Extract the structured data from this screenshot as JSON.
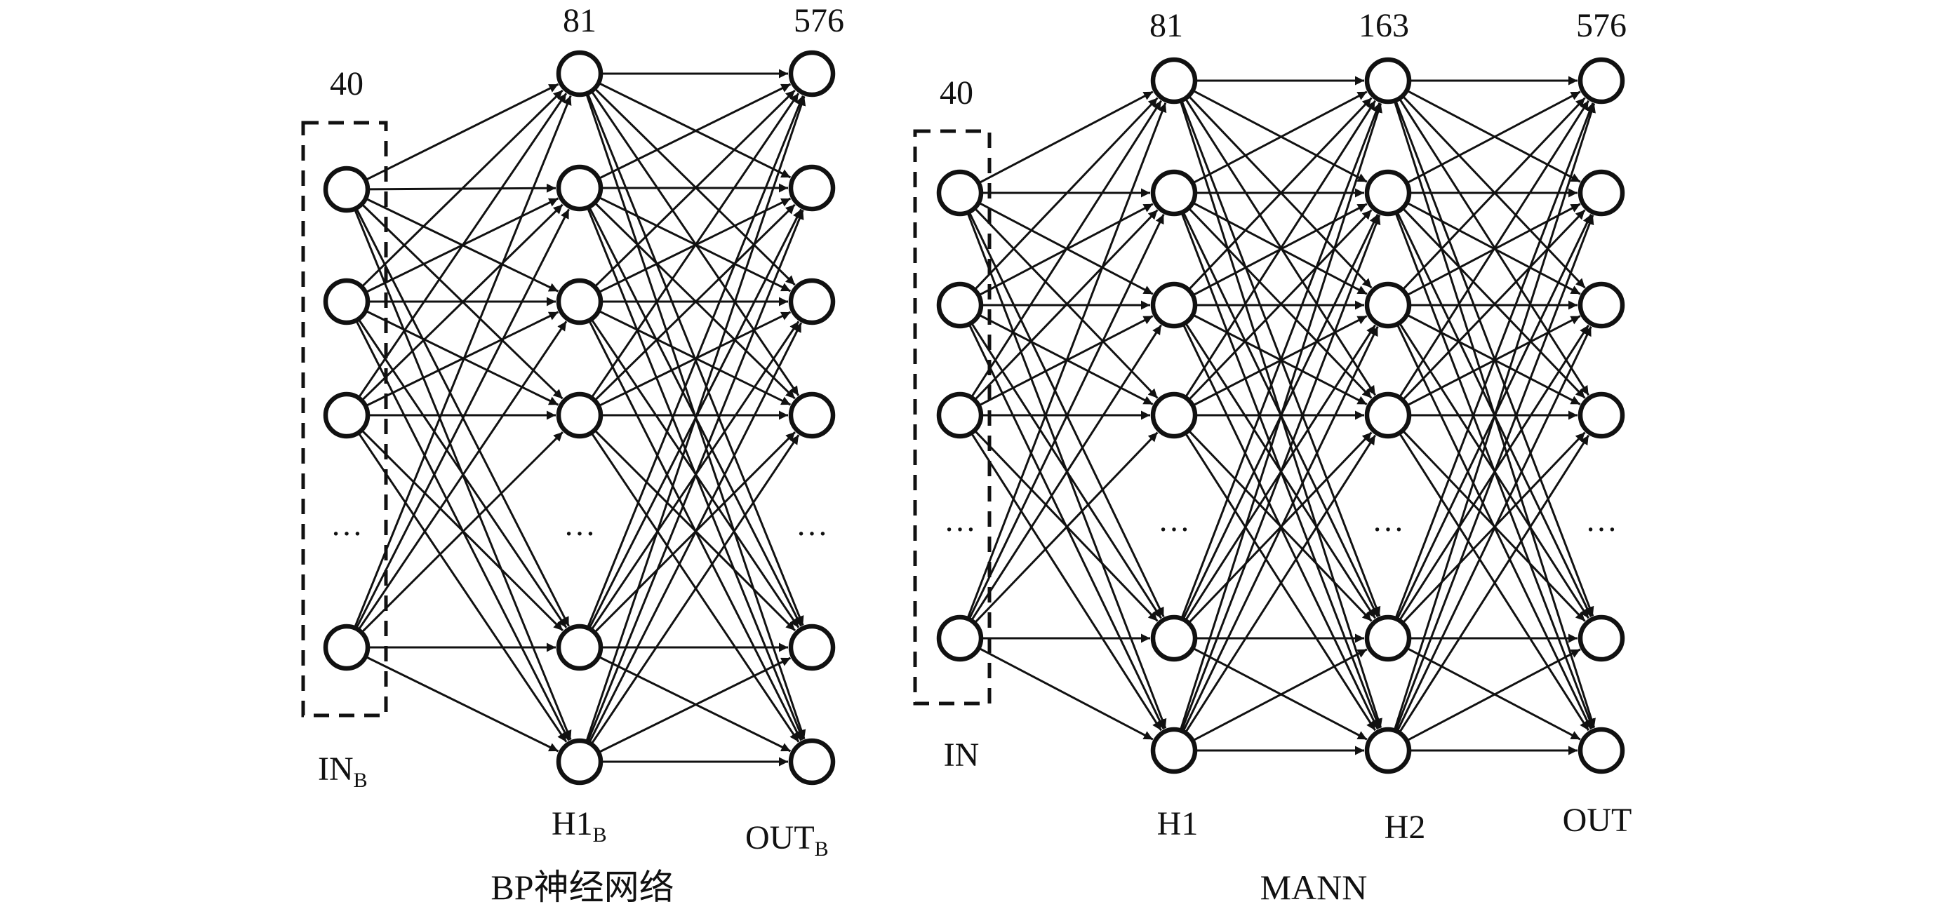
{
  "bp_network": {
    "title": "BP神经网络",
    "input_layer": {
      "label": "IN",
      "subscript": "B",
      "count": "40",
      "ellipsis": "…"
    },
    "hidden_layer": {
      "label": "H1",
      "subscript": "B",
      "count": "81",
      "ellipsis": "…"
    },
    "output_layer": {
      "label": "OUT",
      "subscript": "B",
      "count": "576",
      "ellipsis": "…"
    }
  },
  "mann_network": {
    "title": "MANN",
    "input_layer": {
      "label": "IN",
      "count": "40",
      "ellipsis": "…"
    },
    "hidden_layer_1": {
      "label": "H1",
      "count": "81",
      "ellipsis": "…"
    },
    "hidden_layer_2": {
      "label": "H2",
      "count": "163",
      "ellipsis": "…"
    },
    "output_layer": {
      "label": "OUT",
      "count": "576",
      "ellipsis": "…"
    }
  },
  "colors": {
    "stroke": "#111111",
    "background": "#ffffff"
  }
}
